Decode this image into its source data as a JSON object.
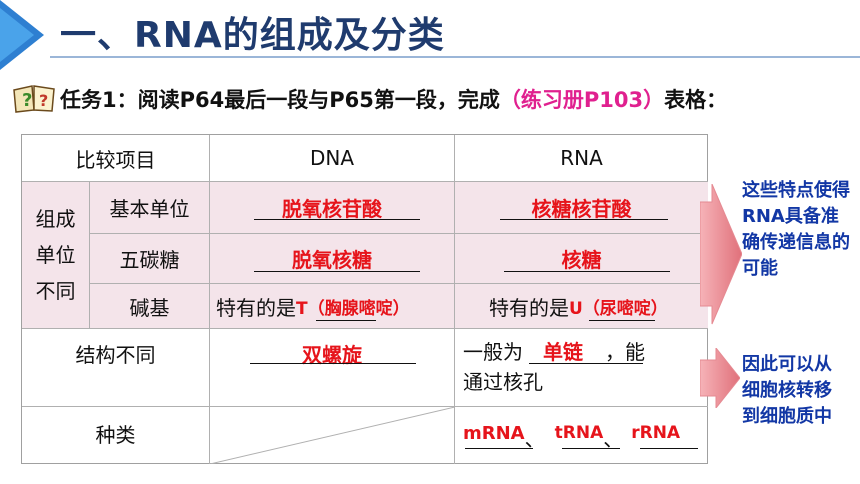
{
  "title": "一、RNA的组成及分类",
  "task": {
    "prefix": "任务1：阅读P64最后一段与P65第一段，完成",
    "highlight": "（练习册P103）",
    "suffix": "表格："
  },
  "table": {
    "header": {
      "item": "比较项目",
      "dna": "DNA",
      "rna": "RNA"
    },
    "composition_label": "组成单位不同",
    "rows": {
      "unit": {
        "label": "基本单位",
        "dna": "脱氧核苷酸",
        "rna": "核糖核苷酸"
      },
      "sugar": {
        "label": "五碳糖",
        "dna": "脱氧核糖",
        "rna": "核糖"
      },
      "base": {
        "label": "碱基",
        "dna_prefix": "特有的是",
        "dna": "T（胸腺嘧啶）",
        "rna_prefix": "特有的是",
        "rna": "U（尿嘧啶）"
      },
      "structure": {
        "label": "结构不同",
        "dna": "双螺旋",
        "rna_prefix": "一般为",
        "rna": "单链",
        "rna_suffix": "，能",
        "rna_line2": "通过核孔"
      },
      "types": {
        "label": "种类",
        "t1": "mRNA",
        "sep1": "、",
        "t2": "tRNA",
        "sep2": "、",
        "t3": "rRNA"
      }
    }
  },
  "notes": {
    "note1": "这些特点使得RNA具备准确传递信息的可能",
    "note2": "因此可以从细胞核转移到细胞质中"
  }
}
